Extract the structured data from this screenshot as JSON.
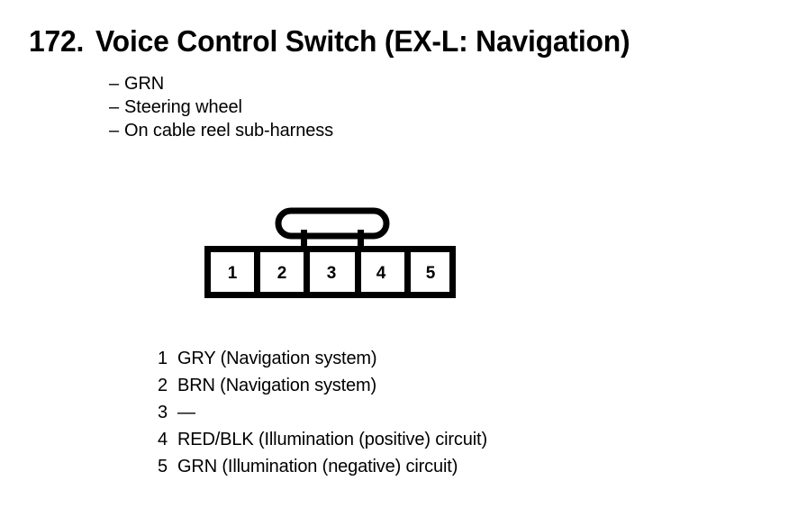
{
  "page": {
    "background_color": "#ffffff",
    "ink_color": "#000000"
  },
  "header": {
    "number": "172.",
    "title": "Voice Control Switch (EX-L: Navigation)"
  },
  "attributes": {
    "bullet_marker": "–",
    "items": [
      {
        "label": "GRN"
      },
      {
        "label": "Steering wheel"
      },
      {
        "label": "On cable reel sub-harness"
      }
    ]
  },
  "connector": {
    "name": "voice-control-switch-connector",
    "cavity_count": 5,
    "latch": "top-center-pill-tab",
    "cells": [
      {
        "number": "1"
      },
      {
        "number": "2"
      },
      {
        "number": "3"
      },
      {
        "number": "4"
      },
      {
        "number": "5"
      }
    ]
  },
  "pin_legend": [
    {
      "number": "1",
      "description": "GRY (Navigation system)"
    },
    {
      "number": "2",
      "description": "BRN (Navigation system)"
    },
    {
      "number": "3",
      "description": "—"
    },
    {
      "number": "4",
      "description": "RED/BLK (Illumination (positive) circuit)"
    },
    {
      "number": "5",
      "description": "GRN (Illumination (negative) circuit)"
    }
  ]
}
